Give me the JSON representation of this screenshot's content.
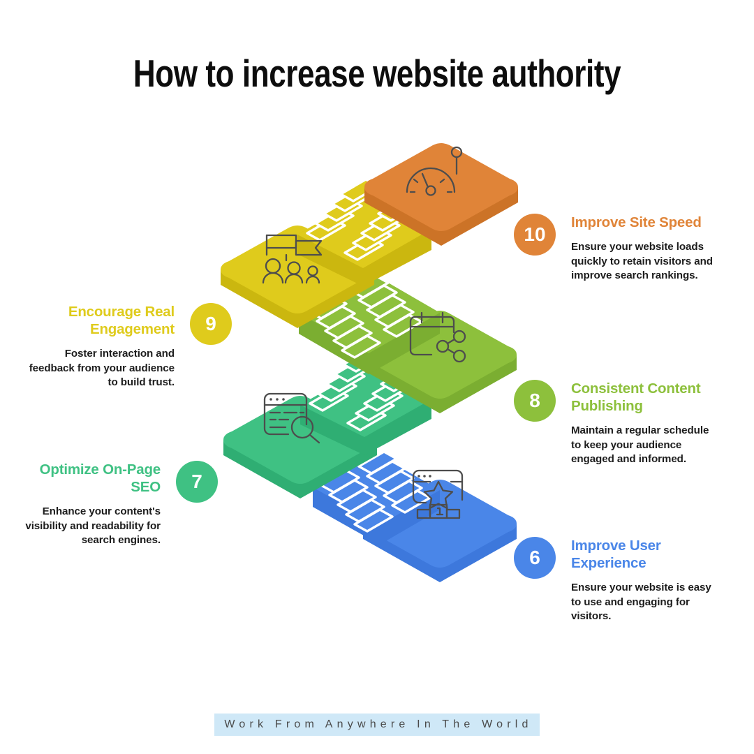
{
  "title": "How to increase website authority",
  "colors": {
    "orange": "#E08438",
    "yellow": "#DFCB1C",
    "green": "#8DC03C",
    "mint": "#3FC183",
    "blue": "#4A86E8",
    "text_dark": "#1d1d1d",
    "footer_highlight": "#cfe8f7",
    "footer_text": "#4a4a4a"
  },
  "steps": [
    {
      "number": "10",
      "heading": "Improve Site Speed",
      "body": "Ensure your website loads quickly to retain visitors and improve search rankings.",
      "color": "#E08438",
      "side": "right"
    },
    {
      "number": "9",
      "heading": "Encourage Real Engagement",
      "body": "Foster interaction and feedback from your audience to build trust.",
      "color": "#DFCB1C",
      "side": "left"
    },
    {
      "number": "8",
      "heading": "Consistent Content Publishing",
      "body": "Maintain a regular schedule to keep your audience engaged and informed.",
      "color": "#8DC03C",
      "side": "right"
    },
    {
      "number": "7",
      "heading": "Optimize On-Page SEO",
      "body": "Enhance your content's visibility and readability for search engines.",
      "color": "#3FC183",
      "side": "left"
    },
    {
      "number": "6",
      "heading": "Improve User Experience",
      "body": "Ensure your website is easy to use and engaging for visitors.",
      "color": "#4A86E8",
      "side": "right"
    }
  ],
  "icons": [
    {
      "name": "speedometer-icon",
      "label": "Site speed gauge"
    },
    {
      "name": "people-flag-icon",
      "label": "Community engagement"
    },
    {
      "name": "calendar-share-icon",
      "label": "Content publishing schedule"
    },
    {
      "name": "browser-search-icon",
      "label": "On-page SEO search"
    },
    {
      "name": "browser-award-podium-icon",
      "label": "User experience ranking"
    }
  ],
  "footer": {
    "text": "Work From Anywhere In The World"
  }
}
